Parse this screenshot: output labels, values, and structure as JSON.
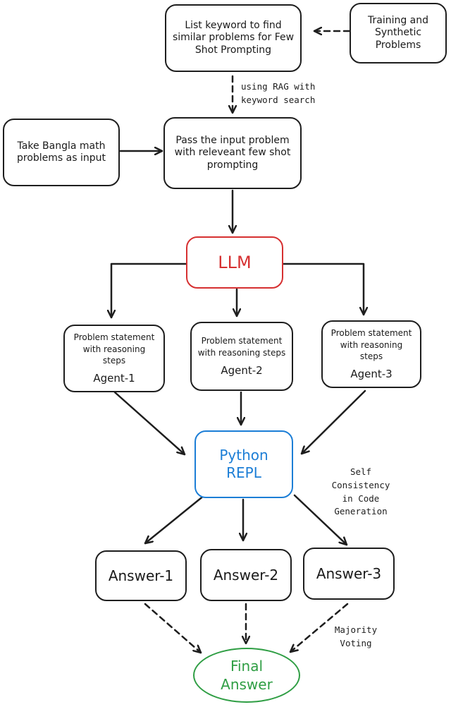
{
  "nodes": {
    "keyword_list": "List keyword to find similar problems for Few Shot Prompting",
    "training_problems": "Training and Synthetic Problems",
    "bangla_input": "Take Bangla math problems as input",
    "pass_input": "Pass the input problem with releveant few shot prompting",
    "llm": "LLM",
    "agents": [
      {
        "statement": "Problem statement with reasoning steps",
        "name": "Agent-1"
      },
      {
        "statement": "Problem statement with reasoning steps",
        "name": "Agent-2"
      },
      {
        "statement": "Problem statement with reasoning steps",
        "name": "Agent-3"
      }
    ],
    "python_repl": {
      "line1": "Python",
      "line2": "REPL"
    },
    "answers": [
      "Answer-1",
      "Answer-2",
      "Answer-3"
    ],
    "final_answer": {
      "line1": "Final",
      "line2": "Answer"
    }
  },
  "annotations": {
    "rag": {
      "line1": "using RAG with",
      "line2": "keyword search"
    },
    "self_consistency": {
      "line1": "Self",
      "line2": "Consistency",
      "line3": "in Code",
      "line4": "Generation"
    },
    "majority_voting": {
      "line1": "Majority",
      "line2": "Voting"
    }
  },
  "colors": {
    "stroke": "#1e1e1e",
    "llm": "#d63031",
    "python_repl": "#1c7ed6",
    "final_answer": "#2f9e44"
  }
}
